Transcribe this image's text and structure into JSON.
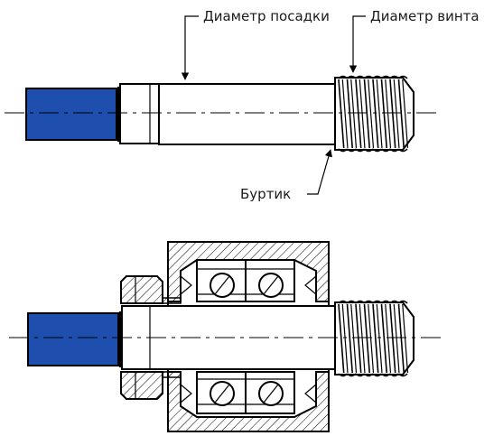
{
  "labels": {
    "seat_diameter": "Диаметр посадки",
    "thread_diameter": "Диаметр винта",
    "shoulder": "Буртик"
  },
  "colors": {
    "motor_blue": "#1e4fae",
    "line": "#000000",
    "background": "#ffffff"
  }
}
